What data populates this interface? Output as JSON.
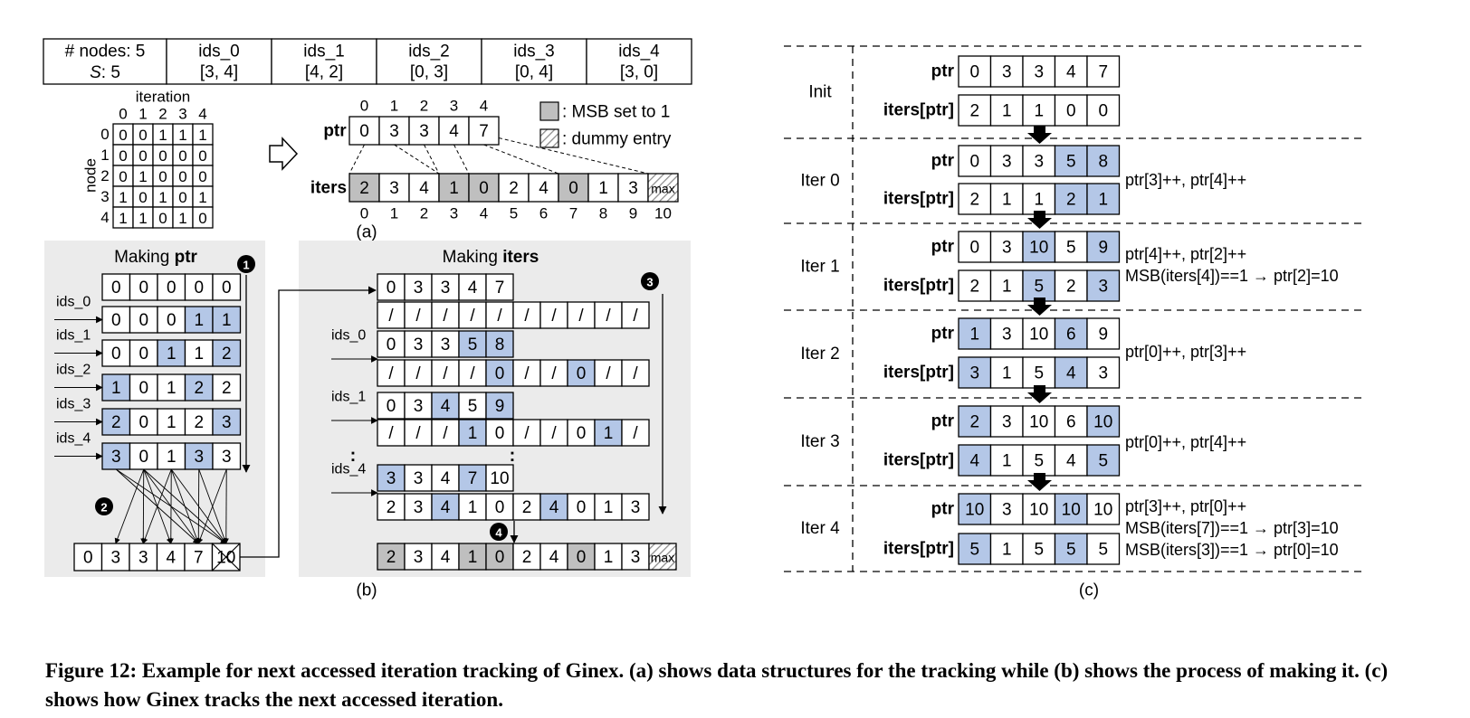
{
  "header_table": {
    "cells": [
      {
        "l1": "# nodes: 5",
        "l2a": "S",
        "l2b": ": 5"
      },
      {
        "l1": "ids_0",
        "l2": "[3, 4]"
      },
      {
        "l1": "ids_1",
        "l2": "[4, 2]"
      },
      {
        "l1": "ids_2",
        "l2": "[0, 3]"
      },
      {
        "l1": "ids_3",
        "l2": "[0, 4]"
      },
      {
        "l1": "ids_4",
        "l2": "[3, 0]"
      }
    ]
  },
  "matrix": {
    "title": "iteration",
    "side_label": "node",
    "col_labels": [
      "0",
      "1",
      "2",
      "3",
      "4"
    ],
    "row_labels": [
      "0",
      "1",
      "2",
      "3",
      "4"
    ],
    "values": [
      [
        "0",
        "0",
        "1",
        "1",
        "1"
      ],
      [
        "0",
        "0",
        "0",
        "0",
        "0"
      ],
      [
        "0",
        "1",
        "0",
        "0",
        "0"
      ],
      [
        "1",
        "0",
        "1",
        "0",
        "1"
      ],
      [
        "1",
        "1",
        "0",
        "1",
        "0"
      ]
    ]
  },
  "panel_a": {
    "ptr_label": "ptr",
    "ptr_index": [
      "0",
      "1",
      "2",
      "3",
      "4"
    ],
    "ptr": [
      "0",
      "3",
      "3",
      "4",
      "7"
    ],
    "iters_label": "iters",
    "iters": [
      "2",
      "3",
      "4",
      "1",
      "0",
      "2",
      "4",
      "0",
      "1",
      "3",
      "max"
    ],
    "iters_gray": [
      0,
      3,
      4,
      7
    ],
    "iters_index": [
      "0",
      "1",
      "2",
      "3",
      "4",
      "5",
      "6",
      "7",
      "8",
      "9",
      "10"
    ],
    "legend": [
      {
        "text": ": MSB set to 1"
      },
      {
        "text": ": dummy entry"
      }
    ],
    "sub_label": "(a)"
  },
  "making_ptr": {
    "title_plain": "Making ",
    "title_bold": "ptr",
    "step_numbers": [
      "1",
      "2"
    ],
    "rows": [
      {
        "label": "",
        "values": [
          "0",
          "0",
          "0",
          "0",
          "0"
        ],
        "blue": []
      },
      {
        "label": "ids_0",
        "values": [
          "0",
          "0",
          "0",
          "1",
          "1"
        ],
        "blue": [
          3,
          4
        ]
      },
      {
        "label": "ids_1",
        "values": [
          "0",
          "0",
          "1",
          "1",
          "2"
        ],
        "blue": [
          2,
          4
        ]
      },
      {
        "label": "ids_2",
        "values": [
          "1",
          "0",
          "1",
          "2",
          "2"
        ],
        "blue": [
          0,
          3
        ]
      },
      {
        "label": "ids_3",
        "values": [
          "2",
          "0",
          "1",
          "2",
          "3"
        ],
        "blue": [
          0,
          4
        ]
      },
      {
        "label": "ids_4",
        "values": [
          "3",
          "0",
          "1",
          "3",
          "3"
        ],
        "blue": [
          0,
          3
        ]
      }
    ],
    "result": [
      "0",
      "3",
      "3",
      "4",
      "7",
      "10"
    ]
  },
  "making_iters": {
    "title_plain": "Making ",
    "title_bold": "iters",
    "step_numbers": [
      "3",
      "4"
    ],
    "vdots": ":",
    "blocks": [
      {
        "label": "",
        "ptr": [
          "0",
          "3",
          "3",
          "4",
          "7"
        ],
        "ptr_blue": [],
        "iters": [
          "/",
          "/",
          "/",
          "/",
          "/",
          "/",
          "/",
          "/",
          "/",
          "/"
        ],
        "iters_blue": []
      },
      {
        "label": "ids_0",
        "ptr": [
          "0",
          "3",
          "3",
          "5",
          "8"
        ],
        "ptr_blue": [
          3,
          4
        ],
        "iters": [
          "/",
          "/",
          "/",
          "/",
          "0",
          "/",
          "/",
          "0",
          "/",
          "/"
        ],
        "iters_blue": [
          4,
          7
        ]
      },
      {
        "label": "ids_1",
        "ptr": [
          "0",
          "3",
          "4",
          "5",
          "9"
        ],
        "ptr_blue": [
          2,
          4
        ],
        "iters": [
          "/",
          "/",
          "/",
          "1",
          "0",
          "/",
          "/",
          "0",
          "1",
          "/"
        ],
        "iters_blue": [
          3,
          8
        ]
      },
      {
        "label": "ids_4",
        "ptr": [
          "3",
          "3",
          "4",
          "7",
          "10"
        ],
        "ptr_blue": [
          0,
          3
        ],
        "iters": [
          "2",
          "3",
          "4",
          "1",
          "0",
          "2",
          "4",
          "0",
          "1",
          "3"
        ],
        "iters_blue": [
          2,
          6
        ]
      }
    ],
    "final": [
      "2",
      "3",
      "4",
      "1",
      "0",
      "2",
      "4",
      "0",
      "1",
      "3",
      "max"
    ],
    "final_gray": [
      0,
      3,
      4,
      7
    ]
  },
  "sub_label_b": "(b)",
  "panel_c": {
    "ptr_label": "ptr",
    "iters_label": "iters[ptr]",
    "rows": [
      {
        "name": "Init",
        "ptr": [
          "0",
          "3",
          "3",
          "4",
          "7"
        ],
        "ptr_blue": [],
        "iters": [
          "2",
          "1",
          "1",
          "0",
          "0"
        ],
        "iters_blue": [],
        "notes": []
      },
      {
        "name": "Iter 0",
        "ptr": [
          "0",
          "3",
          "3",
          "5",
          "8"
        ],
        "ptr_blue": [
          3,
          4
        ],
        "iters": [
          "2",
          "1",
          "1",
          "2",
          "1"
        ],
        "iters_blue": [
          3,
          4
        ],
        "notes": [
          "ptr[3]++, ptr[4]++"
        ]
      },
      {
        "name": "Iter 1",
        "ptr": [
          "0",
          "3",
          "10",
          "5",
          "9"
        ],
        "ptr_blue": [
          2,
          4
        ],
        "iters": [
          "2",
          "1",
          "5",
          "2",
          "3"
        ],
        "iters_blue": [
          2,
          4
        ],
        "notes": [
          "ptr[4]++, ptr[2]++",
          "MSB(iters[4])==1 → ptr[2]=10"
        ]
      },
      {
        "name": "Iter 2",
        "ptr": [
          "1",
          "3",
          "10",
          "6",
          "9"
        ],
        "ptr_blue": [
          0,
          3
        ],
        "iters": [
          "3",
          "1",
          "5",
          "4",
          "3"
        ],
        "iters_blue": [
          0,
          3
        ],
        "notes": [
          "ptr[0]++, ptr[3]++"
        ]
      },
      {
        "name": "Iter 3",
        "ptr": [
          "2",
          "3",
          "10",
          "6",
          "10"
        ],
        "ptr_blue": [
          0,
          4
        ],
        "iters": [
          "4",
          "1",
          "5",
          "4",
          "5"
        ],
        "iters_blue": [
          0,
          4
        ],
        "notes": [
          "ptr[0]++, ptr[4]++"
        ]
      },
      {
        "name": "Iter 4",
        "ptr": [
          "10",
          "3",
          "10",
          "10",
          "10"
        ],
        "ptr_blue": [
          0,
          3
        ],
        "iters": [
          "5",
          "1",
          "5",
          "5",
          "5"
        ],
        "iters_blue": [
          0,
          3
        ],
        "notes": [
          "ptr[3]++, ptr[0]++",
          "MSB(iters[7])==1 → ptr[3]=10",
          "MSB(iters[3])==1 → ptr[0]=10"
        ]
      }
    ],
    "sub_label": "(c)"
  },
  "caption": "Figure 12: Example for next accessed iteration tracking of Ginex. (a) shows data structures for the tracking while (b) shows the process of making it. (c) shows how Ginex tracks the next accessed iteration.",
  "colors": {
    "blue": "#b4c7e7",
    "gray": "#bfbfbf",
    "panel_bg": "#ebebeb"
  }
}
